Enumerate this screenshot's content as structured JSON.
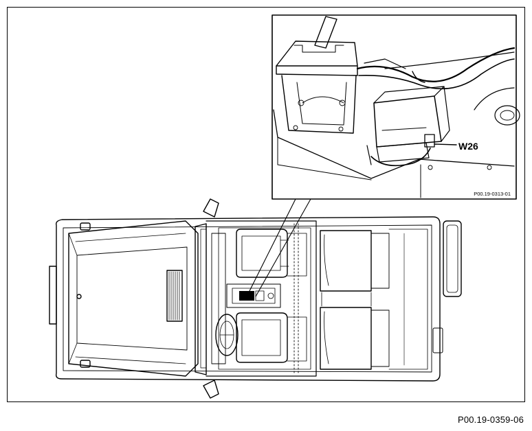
{
  "figure_number": "P00.19-0359-06",
  "inset": {
    "figure_number": "P00.19-0313-01",
    "callout_label": "W26"
  }
}
